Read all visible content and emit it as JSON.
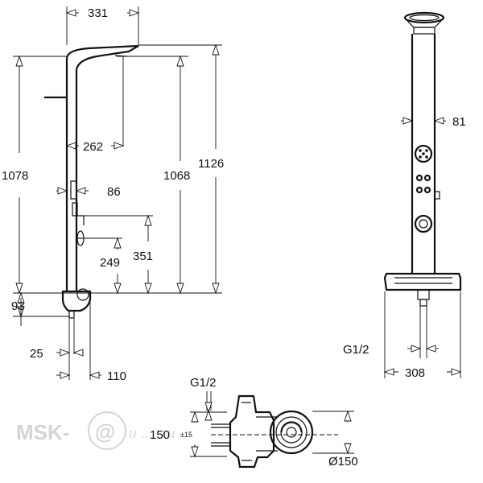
{
  "dimensions": {
    "d331": "331",
    "d1078": "1078",
    "d262": "262",
    "d1068": "1068",
    "d1126": "1126",
    "d86": "86",
    "d249": "249",
    "d351": "351",
    "d93": "93",
    "d25": "25",
    "d110": "110",
    "d81": "81",
    "g12_right": "G1/2",
    "d308": "308",
    "g12_bottom": "G1/2",
    "d150": "150",
    "pm15": "±15",
    "dia150": "Ø150"
  },
  "watermark": {
    "brand": "MSK-",
    "at": "@",
    "domain": "u ... .ru"
  }
}
